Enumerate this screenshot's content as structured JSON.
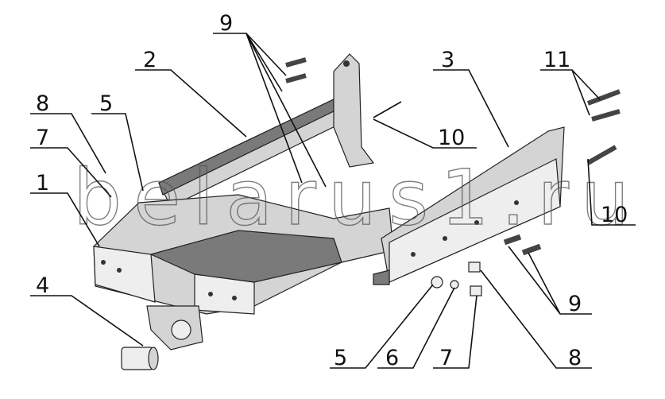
{
  "watermark": "belarus1.ru",
  "callouts": {
    "c1": "1",
    "c2": "2",
    "c3": "3",
    "c4": "4",
    "c5a": "5",
    "c5b": "5",
    "c6": "6",
    "c7a": "7",
    "c7b": "7",
    "c8a": "8",
    "c8b": "8",
    "c9a": "9",
    "c9b": "9",
    "c10a": "10",
    "c10b": "10",
    "c11": "11"
  }
}
